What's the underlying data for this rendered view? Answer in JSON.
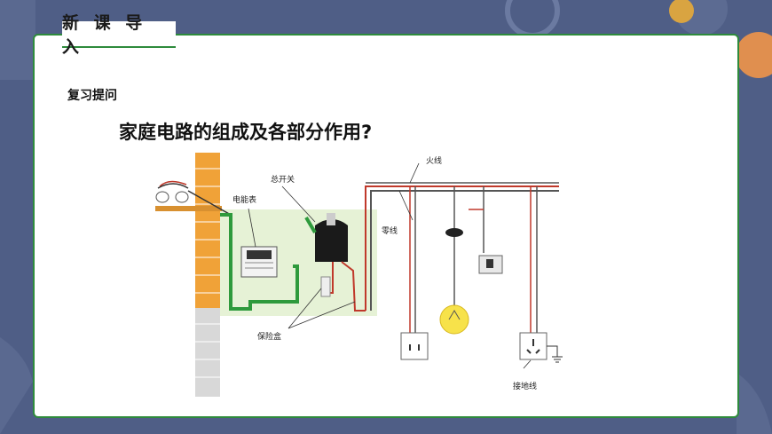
{
  "header": {
    "title": "新 课 导 入"
  },
  "main": {
    "section_label": "复习提问",
    "question": "家庭电路的组成及各部分作用?"
  },
  "diagram": {
    "labels": {
      "meter": "电能表",
      "main_switch": "总开关",
      "live_wire": "火线",
      "neutral_wire": "零线",
      "fuse_box": "保险盒",
      "ground_wire": "接地线"
    }
  },
  "colors": {
    "background": "#4f5e86",
    "card_border": "#2e8b3c",
    "accent_green": "#2e9a3c",
    "live_red": "#c0392b"
  }
}
